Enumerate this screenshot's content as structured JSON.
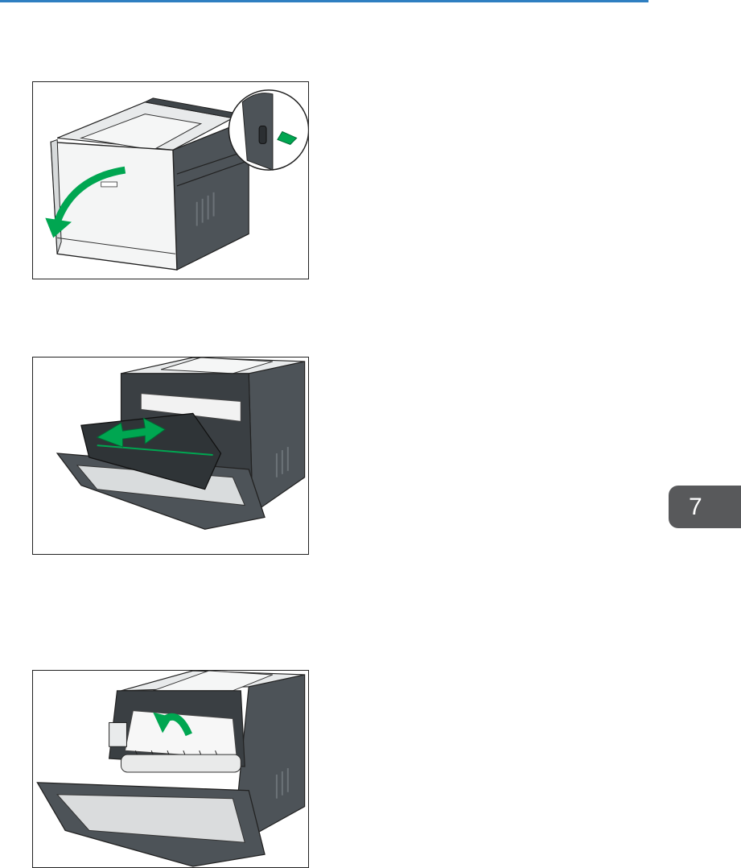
{
  "page": {
    "chapter_tab": "7",
    "accent_color": "#2f7fc1",
    "tab_color": "#58595b",
    "arrow_color": "#00a651"
  },
  "figures": [
    {
      "icon": "printer-open-front-cover-illustration"
    },
    {
      "icon": "printer-remove-print-cartridge-illustration"
    },
    {
      "icon": "printer-lift-guide-illustration"
    }
  ]
}
